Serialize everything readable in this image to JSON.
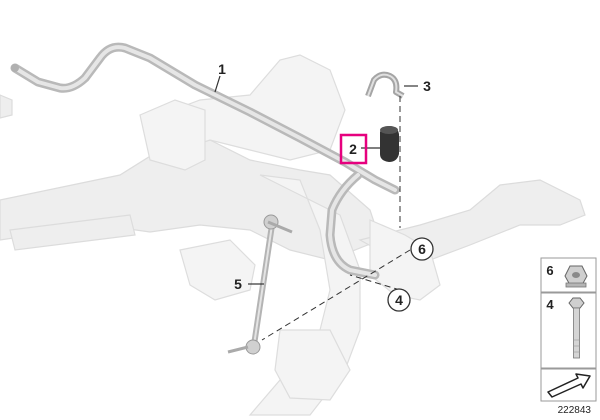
{
  "callouts": [
    {
      "id": "1",
      "label": "1"
    },
    {
      "id": "2",
      "label": "2"
    },
    {
      "id": "3",
      "label": "3"
    },
    {
      "id": "4",
      "label": "4"
    },
    {
      "id": "5",
      "label": "5"
    },
    {
      "id": "6",
      "label": "6"
    }
  ],
  "legend": [
    {
      "id": "6",
      "label": "6"
    },
    {
      "id": "4",
      "label": "4"
    }
  ],
  "diagram_code": "222843",
  "colors": {
    "highlight": "#e6007e",
    "part": "#b9b9b9",
    "ghost": "#eeeeee"
  }
}
